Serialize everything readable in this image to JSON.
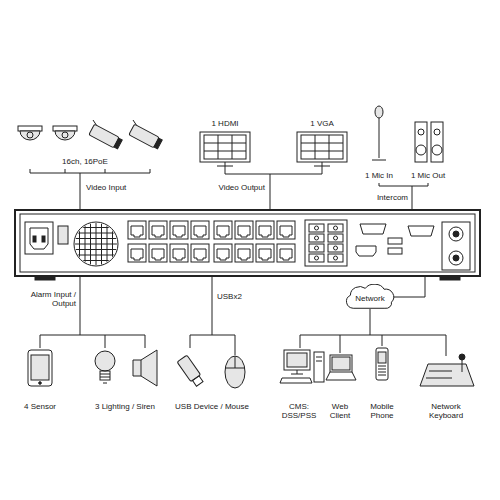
{
  "diagram": {
    "nodes": [
      {
        "text": [
          "Network"
        ]
      }
    ],
    "labels": [
      "16ch, 16PoE",
      "Video Input",
      "1 HDMI",
      "1 VGA",
      "Video Output",
      "1 Mic In",
      "1 Mic Out",
      "Intercom",
      "Alarm Input / Output",
      "USBx2",
      "4 Sensor",
      "3 Lighting / Siren",
      "USB Device / Mouse",
      "CMS: DSS/PSS",
      "Web Client",
      "Mobile Phone",
      "Network Keyboard"
    ]
  }
}
